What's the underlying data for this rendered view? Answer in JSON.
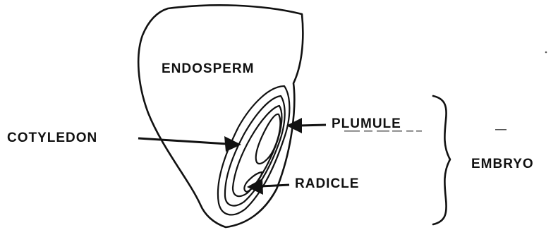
{
  "labels": {
    "endosperm": "ENDOSPERM",
    "cotyledon": "COTYLEDON",
    "plumule": "PLUMULE",
    "radicle": "RADICLE",
    "embryo": "EMBRYO"
  }
}
